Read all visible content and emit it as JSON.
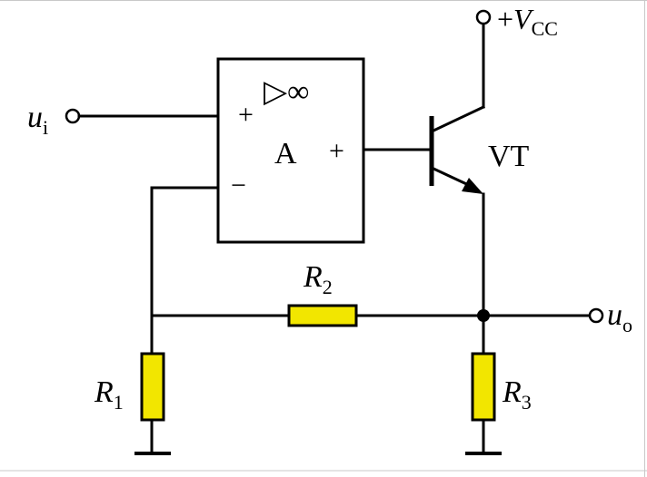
{
  "labels": {
    "input": "u",
    "input_sub": "i",
    "output": "u",
    "output_sub": "o",
    "supply_prefix": "+",
    "supply": "V",
    "supply_sub": "CC",
    "opamp_name": "A",
    "opamp_symbol": "▷∞",
    "opamp_in_plus": "+",
    "opamp_in_minus": "−",
    "opamp_out_plus": "+",
    "transistor": "VT",
    "r1": "R",
    "r1_sub": "1",
    "r2": "R",
    "r2_sub": "2",
    "r3": "R",
    "r3_sub": "3"
  },
  "colors": {
    "resistor_fill": "#f2e600",
    "wire": "#000000"
  }
}
